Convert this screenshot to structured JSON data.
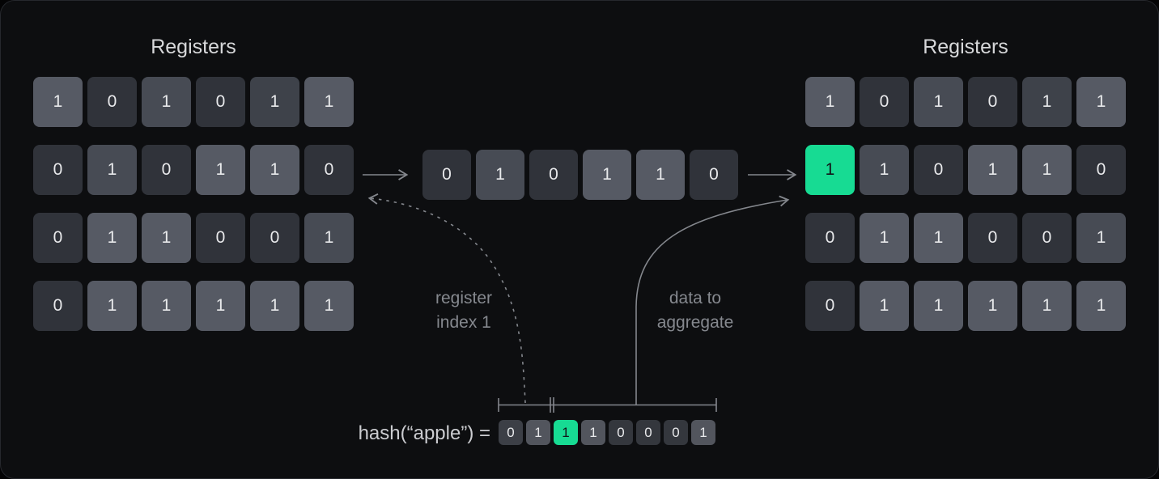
{
  "colors": {
    "card_bg": "#0d0e10",
    "card_border": "#26282d",
    "title_text": "#d7d8da",
    "cell_text": "#e8e9eb",
    "label_text": "#85888e",
    "hash_text": "#cbccd0",
    "line": "#84878d",
    "green": "#17db93",
    "green_text": "#121418",
    "shade_d": "#30333a",
    "shade_md": "#3e424a",
    "shade_m": "#474b54",
    "shade_l": "#565a64",
    "bit_d": "#34373d",
    "bit_m": "#3c3f46",
    "bit_l": "#52555d"
  },
  "left_registers": {
    "title": "Registers",
    "rows": [
      [
        {
          "v": "1",
          "s": "l"
        },
        {
          "v": "0",
          "s": "d"
        },
        {
          "v": "1",
          "s": "m"
        },
        {
          "v": "0",
          "s": "d"
        },
        {
          "v": "1",
          "s": "md"
        },
        {
          "v": "1",
          "s": "l"
        }
      ],
      [
        {
          "v": "0",
          "s": "d"
        },
        {
          "v": "1",
          "s": "m"
        },
        {
          "v": "0",
          "s": "d"
        },
        {
          "v": "1",
          "s": "l"
        },
        {
          "v": "1",
          "s": "l"
        },
        {
          "v": "0",
          "s": "d"
        }
      ],
      [
        {
          "v": "0",
          "s": "d"
        },
        {
          "v": "1",
          "s": "l"
        },
        {
          "v": "1",
          "s": "l"
        },
        {
          "v": "0",
          "s": "d"
        },
        {
          "v": "0",
          "s": "d"
        },
        {
          "v": "1",
          "s": "m"
        }
      ],
      [
        {
          "v": "0",
          "s": "d"
        },
        {
          "v": "1",
          "s": "l"
        },
        {
          "v": "1",
          "s": "l"
        },
        {
          "v": "1",
          "s": "l"
        },
        {
          "v": "1",
          "s": "l"
        },
        {
          "v": "1",
          "s": "l"
        }
      ]
    ]
  },
  "middle_row": [
    {
      "v": "0",
      "s": "d"
    },
    {
      "v": "1",
      "s": "m"
    },
    {
      "v": "0",
      "s": "d"
    },
    {
      "v": "1",
      "s": "l"
    },
    {
      "v": "1",
      "s": "l"
    },
    {
      "v": "0",
      "s": "d"
    }
  ],
  "right_registers": {
    "title": "Registers",
    "rows": [
      [
        {
          "v": "1",
          "s": "l"
        },
        {
          "v": "0",
          "s": "d"
        },
        {
          "v": "1",
          "s": "m"
        },
        {
          "v": "0",
          "s": "d"
        },
        {
          "v": "1",
          "s": "md"
        },
        {
          "v": "1",
          "s": "l"
        }
      ],
      [
        {
          "v": "1",
          "s": "g"
        },
        {
          "v": "1",
          "s": "m"
        },
        {
          "v": "0",
          "s": "d"
        },
        {
          "v": "1",
          "s": "l"
        },
        {
          "v": "1",
          "s": "l"
        },
        {
          "v": "0",
          "s": "d"
        }
      ],
      [
        {
          "v": "0",
          "s": "d"
        },
        {
          "v": "1",
          "s": "l"
        },
        {
          "v": "1",
          "s": "l"
        },
        {
          "v": "0",
          "s": "d"
        },
        {
          "v": "0",
          "s": "d"
        },
        {
          "v": "1",
          "s": "m"
        }
      ],
      [
        {
          "v": "0",
          "s": "d"
        },
        {
          "v": "1",
          "s": "l"
        },
        {
          "v": "1",
          "s": "l"
        },
        {
          "v": "1",
          "s": "l"
        },
        {
          "v": "1",
          "s": "l"
        },
        {
          "v": "1",
          "s": "l"
        }
      ]
    ]
  },
  "annotations": {
    "register_index": {
      "line1": "register",
      "line2": "index 1"
    },
    "data_to_aggregate": {
      "line1": "data to",
      "line2": "aggregate"
    }
  },
  "hash": {
    "label": "hash(“apple”) =",
    "bits": [
      {
        "v": "0",
        "s": "bm"
      },
      {
        "v": "1",
        "s": "bl"
      },
      {
        "v": "1",
        "s": "g"
      },
      {
        "v": "1",
        "s": "bl"
      },
      {
        "v": "0",
        "s": "bd"
      },
      {
        "v": "0",
        "s": "bd"
      },
      {
        "v": "0",
        "s": "bd"
      },
      {
        "v": "1",
        "s": "bl"
      }
    ]
  }
}
